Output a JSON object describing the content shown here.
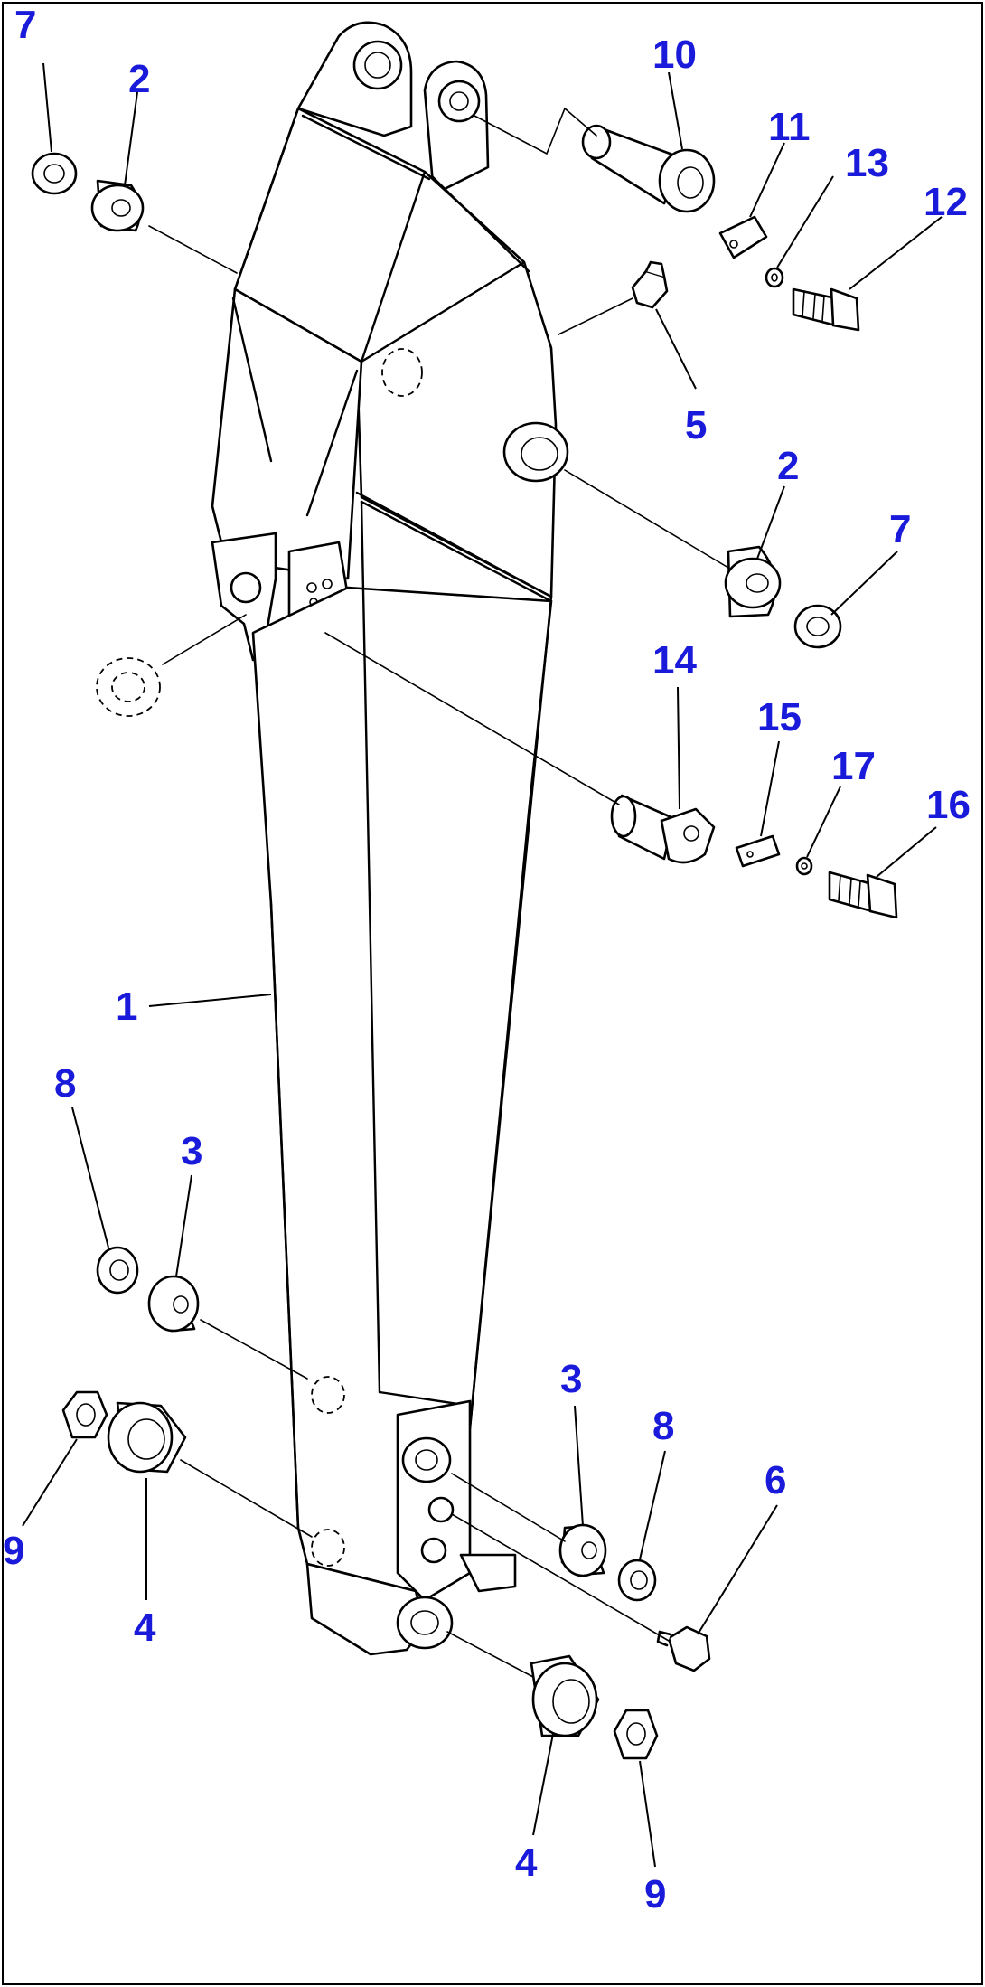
{
  "colors": {
    "callout": "#1a1adb",
    "line": "#000000",
    "background": "#ffffff"
  },
  "callouts": [
    {
      "id": "c7a",
      "text": "7"
    },
    {
      "id": "c2a",
      "text": "2"
    },
    {
      "id": "c10",
      "text": "10"
    },
    {
      "id": "c11",
      "text": "11"
    },
    {
      "id": "c13",
      "text": "13"
    },
    {
      "id": "c12",
      "text": "12"
    },
    {
      "id": "c5",
      "text": "5"
    },
    {
      "id": "c2b",
      "text": "2"
    },
    {
      "id": "c7b",
      "text": "7"
    },
    {
      "id": "c14",
      "text": "14"
    },
    {
      "id": "c15",
      "text": "15"
    },
    {
      "id": "c17",
      "text": "17"
    },
    {
      "id": "c16",
      "text": "16"
    },
    {
      "id": "c1",
      "text": "1"
    },
    {
      "id": "c8a",
      "text": "8"
    },
    {
      "id": "c3a",
      "text": "3"
    },
    {
      "id": "c3b",
      "text": "3"
    },
    {
      "id": "c8b",
      "text": "8"
    },
    {
      "id": "c6",
      "text": "6"
    },
    {
      "id": "c9a",
      "text": "9"
    },
    {
      "id": "c4a",
      "text": "4"
    },
    {
      "id": "c4b",
      "text": "4"
    },
    {
      "id": "c9b",
      "text": "9"
    }
  ]
}
